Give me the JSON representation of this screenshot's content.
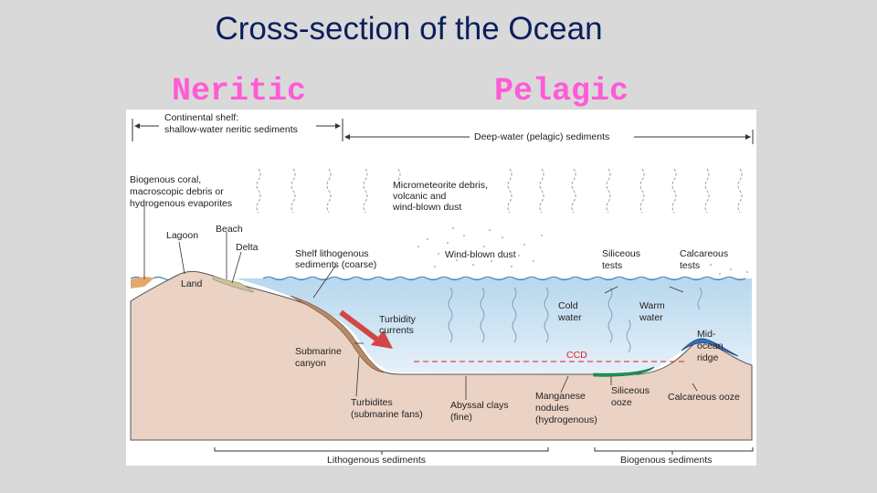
{
  "title": "Cross-section of the Ocean",
  "headings": {
    "neritic": "Neritic",
    "pelagic": "Pelagic"
  },
  "figure": {
    "top_bracket_left": [
      "Continental shelf:",
      "shallow-water neritic sediments"
    ],
    "top_bracket_right": "Deep-water (pelagic) sediments",
    "labels": {
      "biogenous_coral": [
        "Biogenous coral,",
        "macroscopic debris or",
        "hydrogenous evaporites"
      ],
      "lagoon": "Lagoon",
      "beach": "Beach",
      "delta": "Delta",
      "land": "Land",
      "micrometeorite": [
        "Micrometeorite debris,",
        "volcanic and",
        "wind-blown dust"
      ],
      "shelf_lithogenous": [
        "Shelf lithogenous",
        "sediments (coarse)"
      ],
      "wind_blown_dust": "Wind-blown dust",
      "siliceous_tests": [
        "Siliceous",
        "tests"
      ],
      "calcareous_tests": [
        "Calcareous",
        "tests"
      ],
      "cold_water": [
        "Cold",
        "water"
      ],
      "warm_water": [
        "Warm",
        "water"
      ],
      "turbidity_currents": [
        "Turbidity",
        "currents"
      ],
      "submarine_canyon": [
        "Submarine",
        "canyon"
      ],
      "ccd": "CCD",
      "mid_ocean_ridge": [
        "Mid-",
        "ocean",
        "ridge"
      ],
      "turbidites": [
        "Turbidites",
        "(submarine fans)"
      ],
      "abyssal_clays": [
        "Abyssal clays",
        "(fine)"
      ],
      "manganese_nodules": [
        "Manganese",
        "nodules",
        "(hydrogenous)"
      ],
      "siliceous_ooze": [
        "Siliceous",
        "ooze"
      ],
      "calcareous_ooze": "Calcareous ooze"
    },
    "bottom_left": "Lithogenous sediments",
    "bottom_right": "Biogenous sediments"
  },
  "colors": {
    "title": "#0a1f5c",
    "headings": "#ff5bd6",
    "ocean": "#cfe3f2",
    "land": "#ead2c4",
    "ccd_line": "#e02020",
    "siliceous_ooze": "#1f9a55",
    "calcareous_ooze": "#3b6fb5"
  }
}
